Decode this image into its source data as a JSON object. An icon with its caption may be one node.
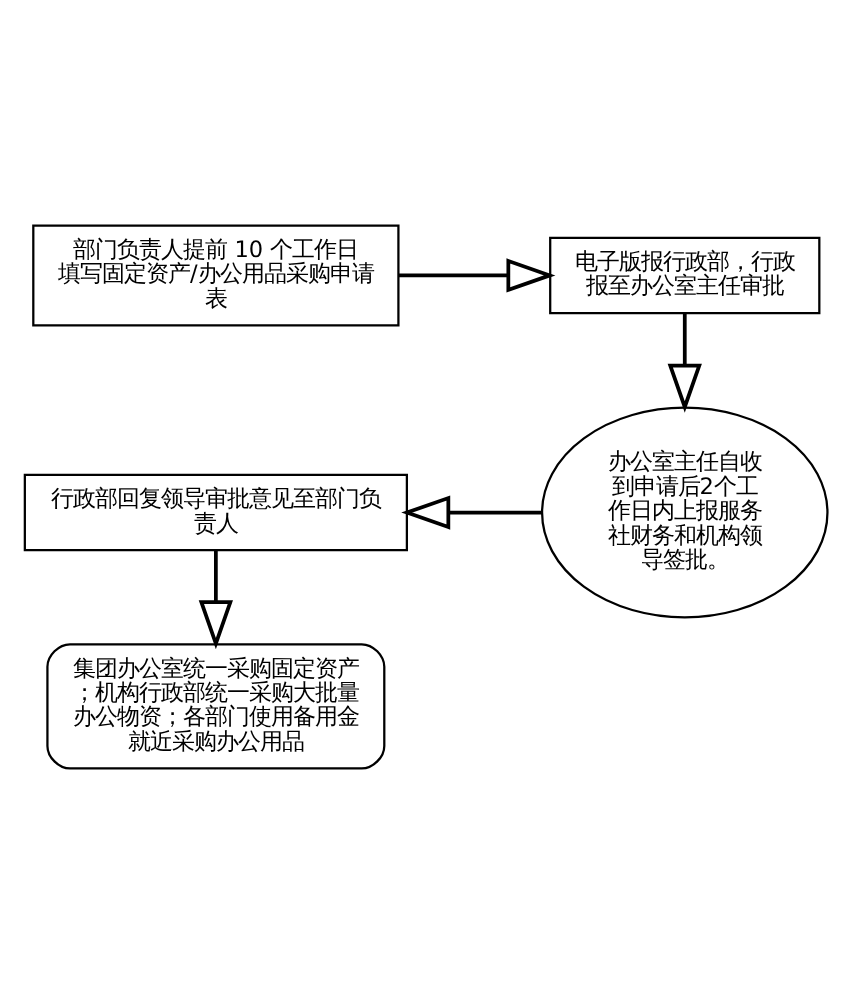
{
  "diagram": {
    "nodes": [
      {
        "text": [
          "部门负责人提前 10 个工作日填写固定资产/办公用品采购申请表"
        ]
      },
      {
        "text": [
          "电子版报行政部，行政报至办公室主任审批"
        ]
      },
      {
        "text": [
          "办公室主任自收到申请后2个工作日内上报服务社财务和机构领导签批。"
        ]
      },
      {
        "text": [
          "行政部回复领导审批意见至部门负责人"
        ]
      },
      {
        "text": [
          "集团办公室统一采购固定资产；机构行政部统一采购大批量办公物资；各部门使用备用金就近采购办公用品"
        ]
      }
    ],
    "edges": [
      {
        "from": 0,
        "to": 1,
        "arrow": "to"
      },
      {
        "from": 1,
        "to": 2,
        "arrow": "to"
      },
      {
        "from": 2,
        "to": 3,
        "arrow": "to"
      },
      {
        "from": 3,
        "to": 4,
        "arrow": "to"
      }
    ]
  }
}
